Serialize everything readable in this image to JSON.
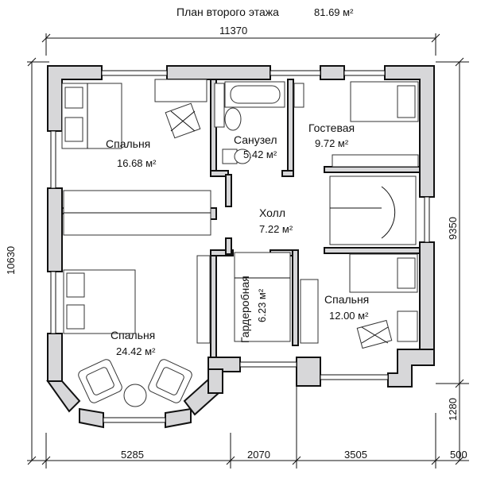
{
  "title": {
    "label": "План второго этажа",
    "area": "81.69 м²"
  },
  "rooms": [
    {
      "name": "Спальня",
      "area": "16.68 м²"
    },
    {
      "name": "Санузел",
      "area": "5.42 м²"
    },
    {
      "name": "Гостевая",
      "area": "9.72 м²"
    },
    {
      "name": "Холл",
      "area": "7.22 м²"
    },
    {
      "name": "Гардеробная",
      "area": "6.23 м²"
    },
    {
      "name": "Спальня",
      "area": "12.00 м²"
    },
    {
      "name": "Спальня",
      "area": "24.42 м²"
    }
  ],
  "dimensions": {
    "top_total": "11370",
    "left_total": "10630",
    "right_main": "9350",
    "right_lower": "1280",
    "bottom_1": "5285",
    "bottom_2": "2070",
    "bottom_3": "3505",
    "bottom_4": "500"
  },
  "colors": {
    "wall_fill": "#d7d7d9",
    "line": "#111111"
  }
}
